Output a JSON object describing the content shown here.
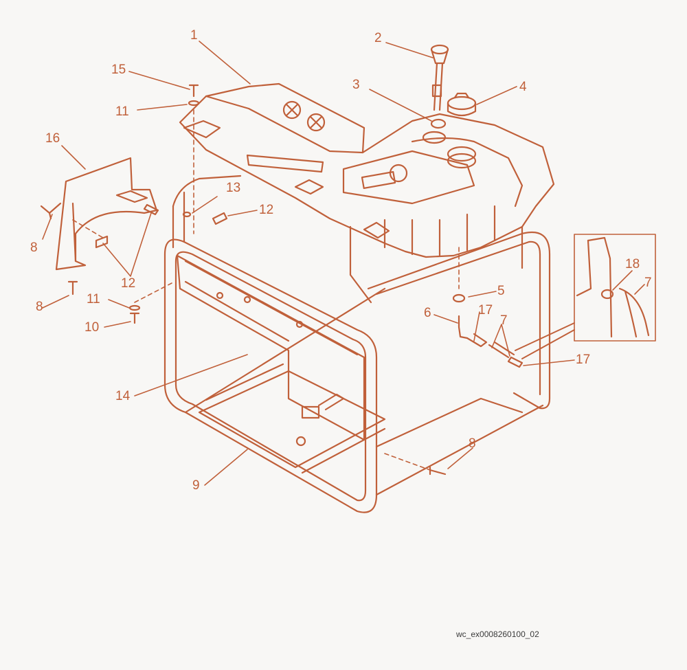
{
  "diagram": {
    "figure_id": "wc_ex0008260100_02",
    "line_color": "#c0603a",
    "background_color": "#f8f7f5",
    "callouts": [
      {
        "id": "c1",
        "text": "1"
      },
      {
        "id": "c2",
        "text": "2"
      },
      {
        "id": "c3",
        "text": "3"
      },
      {
        "id": "c4",
        "text": "4"
      },
      {
        "id": "c5",
        "text": "5"
      },
      {
        "id": "c6",
        "text": "6"
      },
      {
        "id": "c7a",
        "text": "7"
      },
      {
        "id": "c7b",
        "text": "7"
      },
      {
        "id": "c8a",
        "text": "8"
      },
      {
        "id": "c8b",
        "text": "8"
      },
      {
        "id": "c8c",
        "text": "8"
      },
      {
        "id": "c9",
        "text": "9"
      },
      {
        "id": "c10",
        "text": "10"
      },
      {
        "id": "c11a",
        "text": "11"
      },
      {
        "id": "c11b",
        "text": "11"
      },
      {
        "id": "c12a",
        "text": "12"
      },
      {
        "id": "c12b",
        "text": "12"
      },
      {
        "id": "c13",
        "text": "13"
      },
      {
        "id": "c14",
        "text": "14"
      },
      {
        "id": "c15",
        "text": "15"
      },
      {
        "id": "c16",
        "text": "16"
      },
      {
        "id": "c17a",
        "text": "17"
      },
      {
        "id": "c17b",
        "text": "17"
      },
      {
        "id": "c18",
        "text": "18"
      }
    ]
  }
}
